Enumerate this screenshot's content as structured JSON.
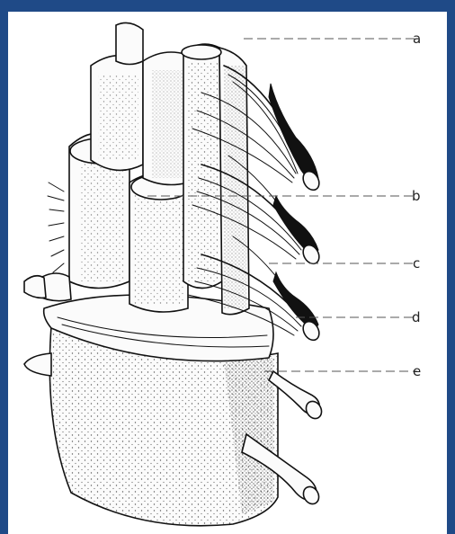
{
  "labels": {
    "a": "a",
    "b": "b",
    "c": "c",
    "d": "d",
    "e": "e"
  },
  "colors": {
    "frame": "#1f4a87",
    "panel": "#ffffff",
    "ink": "#111111"
  }
}
